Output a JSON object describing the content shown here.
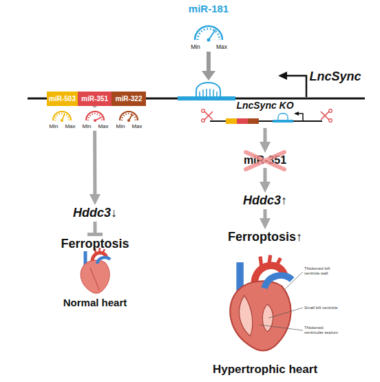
{
  "diagram": {
    "nodes": [
      {
        "text": [
          "miR-503"
        ]
      },
      {
        "text": [
          "miR-351"
        ]
      },
      {
        "text": [
          "miR-322"
        ]
      },
      {
        "text": [
          "Hddc3↓"
        ]
      },
      {
        "text": [
          "Ferroptosis"
        ]
      },
      {
        "text": [
          "LncSync KO"
        ]
      },
      {
        "text": [
          "miR-351"
        ]
      },
      {
        "text": [
          "Hddc3↑"
        ]
      },
      {
        "text": [
          "Ferroptosis↑"
        ]
      }
    ],
    "edges": [
      {
        "from": 1,
        "to": 3,
        "arrow": "to"
      },
      {
        "from": 3,
        "to": 4,
        "arrow": "to"
      },
      {
        "from": 5,
        "to": 6,
        "arrow": "to"
      },
      {
        "from": 6,
        "to": 7,
        "arrow": "to"
      },
      {
        "from": 7,
        "to": 8,
        "arrow": "to"
      }
    ],
    "labels": [
      "miR-181",
      "Min",
      "Max",
      "LncSync",
      "Min",
      "Max",
      "Min",
      "Max",
      "Min",
      "Max",
      "Normal heart",
      "Thickened left ventricle wall",
      "Small left ventricle",
      "Thickened ventricular septum",
      "Hypertrophic heart"
    ]
  }
}
